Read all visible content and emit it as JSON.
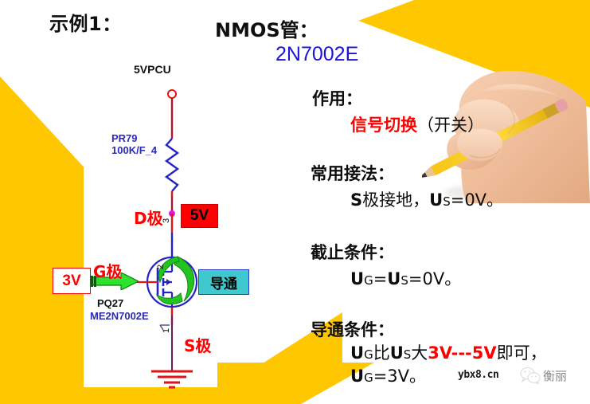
{
  "slide": {
    "title_example": "示例1：",
    "title_nmos": "NMOS管：",
    "part_number": "2N7002E",
    "accent_yellow": "#FFC700",
    "accent_red": "#FF0000",
    "accent_blue": "#2B2BB5",
    "accent_cyan": "#3FC9CE"
  },
  "circuit": {
    "rail_label": "5VPCU",
    "resistor_ref": "PR79",
    "resistor_value": "100K/F_4",
    "transistor_ref": "PQ27",
    "transistor_part": "ME2N7002E",
    "pin3": "3",
    "pin2": "2",
    "pin1": "1",
    "label_drain": "D极",
    "label_gate": "G极",
    "label_source": "S极",
    "box_drain_voltage": "5V",
    "box_gate_voltage": "3V",
    "box_state": "导通"
  },
  "notes": {
    "role": {
      "heading": "作用：",
      "body_red": "信号切换",
      "body_black": "（开关）"
    },
    "connection": {
      "heading": "常用接法：",
      "body_s": "S",
      "body_mid": "极接地，",
      "body_u": "U",
      "body_sub": "S",
      "body_tail": "=0V。"
    },
    "cutoff": {
      "heading": "截止条件：",
      "u1": "U",
      "sub1": "G",
      "eq1": "=",
      "u2": "U",
      "sub2": "S",
      "tail": "=0V。"
    },
    "conduct": {
      "heading": "导通条件：",
      "line1_u1": "U",
      "line1_sub1": "G",
      "line1_mid1": "比",
      "line1_u2": "U",
      "line1_sub2": "S",
      "line1_mid2": "大",
      "line1_v1": "3V",
      "line1_dash": "---",
      "line1_v2": "5V",
      "line1_tail": "即可，",
      "line2_u": "U",
      "line2_sub": "G",
      "line2_tail": "=3V。"
    }
  },
  "watermark": {
    "url": "ybx8.cn",
    "account": "衡丽"
  }
}
